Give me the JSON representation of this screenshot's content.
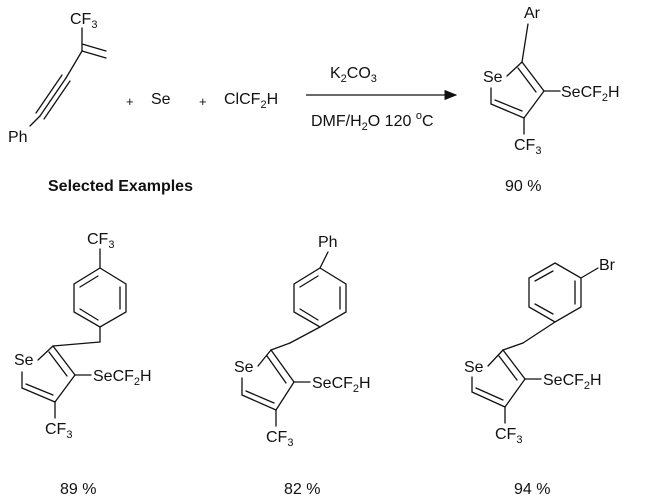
{
  "starting_material": {
    "cf3": "CF",
    "cf3_sub": "3",
    "ph": "Ph"
  },
  "plus_1": "+",
  "selenium": "Se",
  "plus_2": "+",
  "reagent": {
    "main": "ClCF",
    "sub": "2",
    "tail": "H"
  },
  "conditions": {
    "base_main": "K",
    "base_sub": "2",
    "base_tail": "CO",
    "base_sub2": "3",
    "solvent_a": "DMF/H",
    "solvent_sub": "2",
    "solvent_b": "O 120 ",
    "temp_sup": "o",
    "temp_unit": "C"
  },
  "product": {
    "ar": "Ar",
    "se": "Se",
    "secf2h_a": "SeCF",
    "secf2h_sub": "2",
    "secf2h_b": "H",
    "cf3": "CF",
    "cf3_sub": "3",
    "yield": "90 %"
  },
  "selected_examples_label": "Selected Examples",
  "examples": [
    {
      "substituent": "CF",
      "substituent_sub": "3",
      "se": "Se",
      "secf2h_a": "SeCF",
      "secf2h_sub": "2",
      "secf2h_b": "H",
      "cf3": "CF",
      "cf3_sub": "3",
      "yield": "89 %"
    },
    {
      "substituent": "Ph",
      "substituent_sub": "",
      "se": "Se",
      "secf2h_a": "SeCF",
      "secf2h_sub": "2",
      "secf2h_b": "H",
      "cf3": "CF",
      "cf3_sub": "3",
      "yield": "82 %"
    },
    {
      "substituent": "Br",
      "substituent_sub": "",
      "se": "Se",
      "secf2h_a": "SeCF",
      "secf2h_sub": "2",
      "secf2h_b": "H",
      "cf3": "CF",
      "cf3_sub": "3",
      "yield": "94 %"
    }
  ]
}
